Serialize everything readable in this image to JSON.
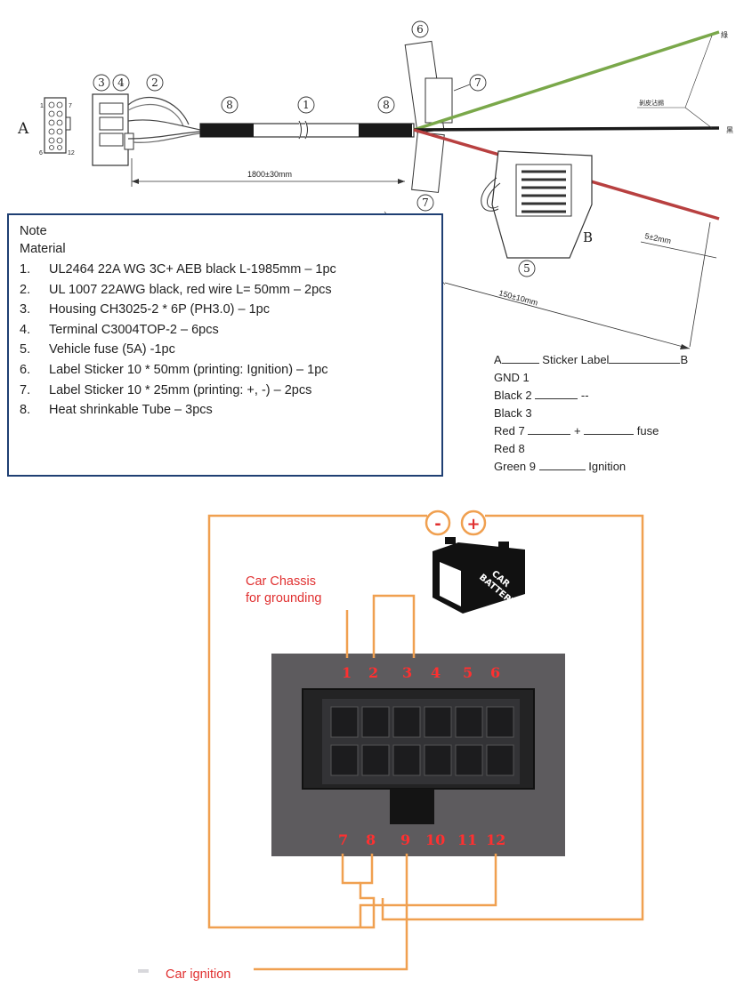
{
  "harness": {
    "end_a_label": "A",
    "end_b_label": "B",
    "callouts": {
      "c1": "1",
      "c2": "2",
      "c3": "3",
      "c4": "4",
      "c5": "5",
      "c6": "6",
      "c7_top": "7",
      "c7_bottom": "7",
      "c8_left": "8",
      "c8_right": "8"
    },
    "connector_pins": {
      "p1": "1",
      "p7": "7",
      "p6": "6",
      "p12": "12"
    },
    "dim_main": "1800±30mm",
    "dim_branch": "150±10mm",
    "dim_strip": "5±2mm",
    "cjk_green": "綠",
    "cjk_black": "黑",
    "cjk_strip": "剝皮沾錫"
  },
  "note": {
    "title": "Note",
    "subtitle": "Material",
    "items": [
      {
        "num": "1.",
        "text": "UL2464 22A WG 3C+ AEB black L-1985mm – 1pc"
      },
      {
        "num": "2.",
        "text": "UL 1007 22AWG black, red wire L= 50mm – 2pcs"
      },
      {
        "num": "3.",
        "text": "Housing CH3025-2 * 6P (PH3.0) – 1pc"
      },
      {
        "num": "4.",
        "text": "Terminal C3004TOP-2 – 6pcs"
      },
      {
        "num": "5.",
        "text": "Vehicle fuse (5A) -1pc"
      },
      {
        "num": "6.",
        "text": "Label Sticker 10 * 50mm (printing: Ignition) – 1pc"
      },
      {
        "num": "7.",
        "text": "Label Sticker 10 * 25mm (printing: +, -) – 2pcs"
      },
      {
        "num": "8.",
        "text": "Heat shrinkable Tube – 3pcs"
      }
    ]
  },
  "pin_map": {
    "header_a": "A",
    "header_mid": "Sticker Label",
    "header_b": "B",
    "rows": [
      {
        "label": "GND 1",
        "blank": false,
        "value": ""
      },
      {
        "label": "Black 2",
        "blank": true,
        "value": "--"
      },
      {
        "label": "Black 3",
        "blank": false,
        "value": ""
      },
      {
        "label": "Red 7",
        "blank": true,
        "value": "+",
        "extra": "fuse"
      },
      {
        "label": "Red 8",
        "blank": false,
        "value": ""
      },
      {
        "label": "Green 9",
        "blank": true,
        "value": "Ignition"
      }
    ]
  },
  "wiring": {
    "minus": "-",
    "plus": "+",
    "battery_text_1": "CAR",
    "battery_text_2": "BATTERY",
    "chassis_label_1": "Car Chassis",
    "chassis_label_2": "for grounding",
    "ignition_label": "Car ignition",
    "top_pins": [
      "1",
      "2",
      "3",
      "4",
      "5",
      "6"
    ],
    "bottom_pins": [
      "7",
      "8",
      "9",
      "10",
      "11",
      "12"
    ],
    "wire_color": "#f0a050",
    "label_color": "#e03030"
  }
}
